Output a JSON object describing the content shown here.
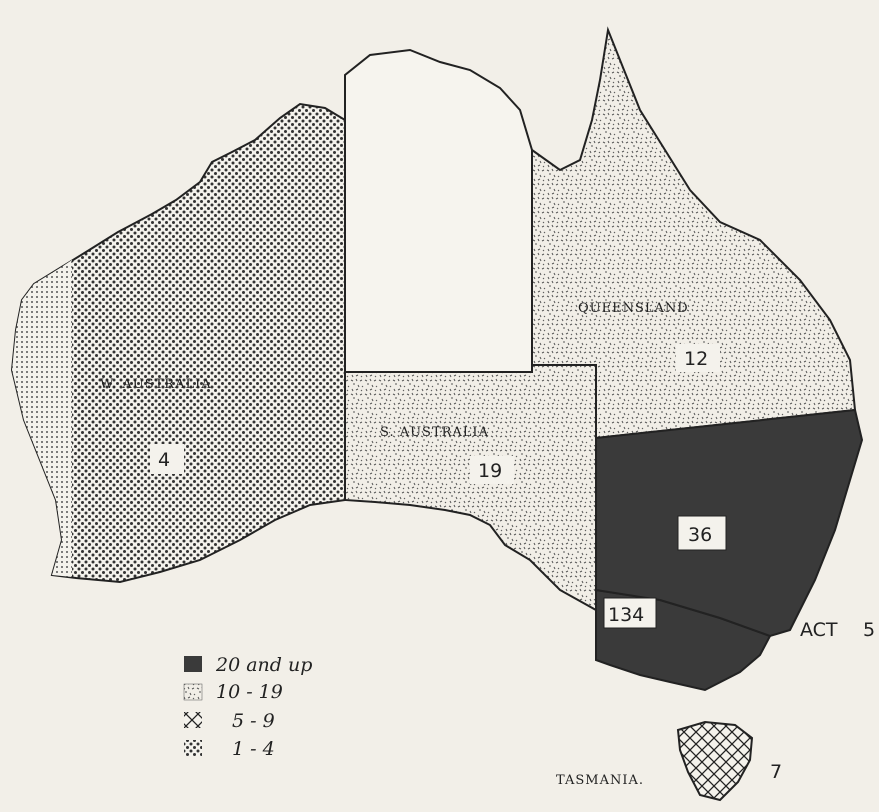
{
  "regions": {
    "wa": {
      "name": "W. AUSTRALIA",
      "value": "4"
    },
    "nt": {
      "name": "",
      "value": ""
    },
    "qld": {
      "name": "QUEENSLAND",
      "value": "12"
    },
    "sa": {
      "name": "S. AUSTRALIA",
      "value": "19"
    },
    "nsw": {
      "name": "",
      "value": "36"
    },
    "vic": {
      "name": "",
      "value": "134"
    },
    "act": {
      "name": "ACT",
      "value": "5"
    },
    "tas": {
      "name": "TASMANIA.",
      "value": "7"
    }
  },
  "legend": [
    {
      "label": "20 and up",
      "pattern": "solid"
    },
    {
      "label": "10 - 19",
      "pattern": "speckle"
    },
    {
      "label": "5 -  9",
      "pattern": "crosshatch"
    },
    {
      "label": "1 -  4",
      "pattern": "dots"
    }
  ],
  "colors": {
    "ink": "#222222",
    "paper": "#f2efe8",
    "dark_fill": "#3a3a3a"
  }
}
